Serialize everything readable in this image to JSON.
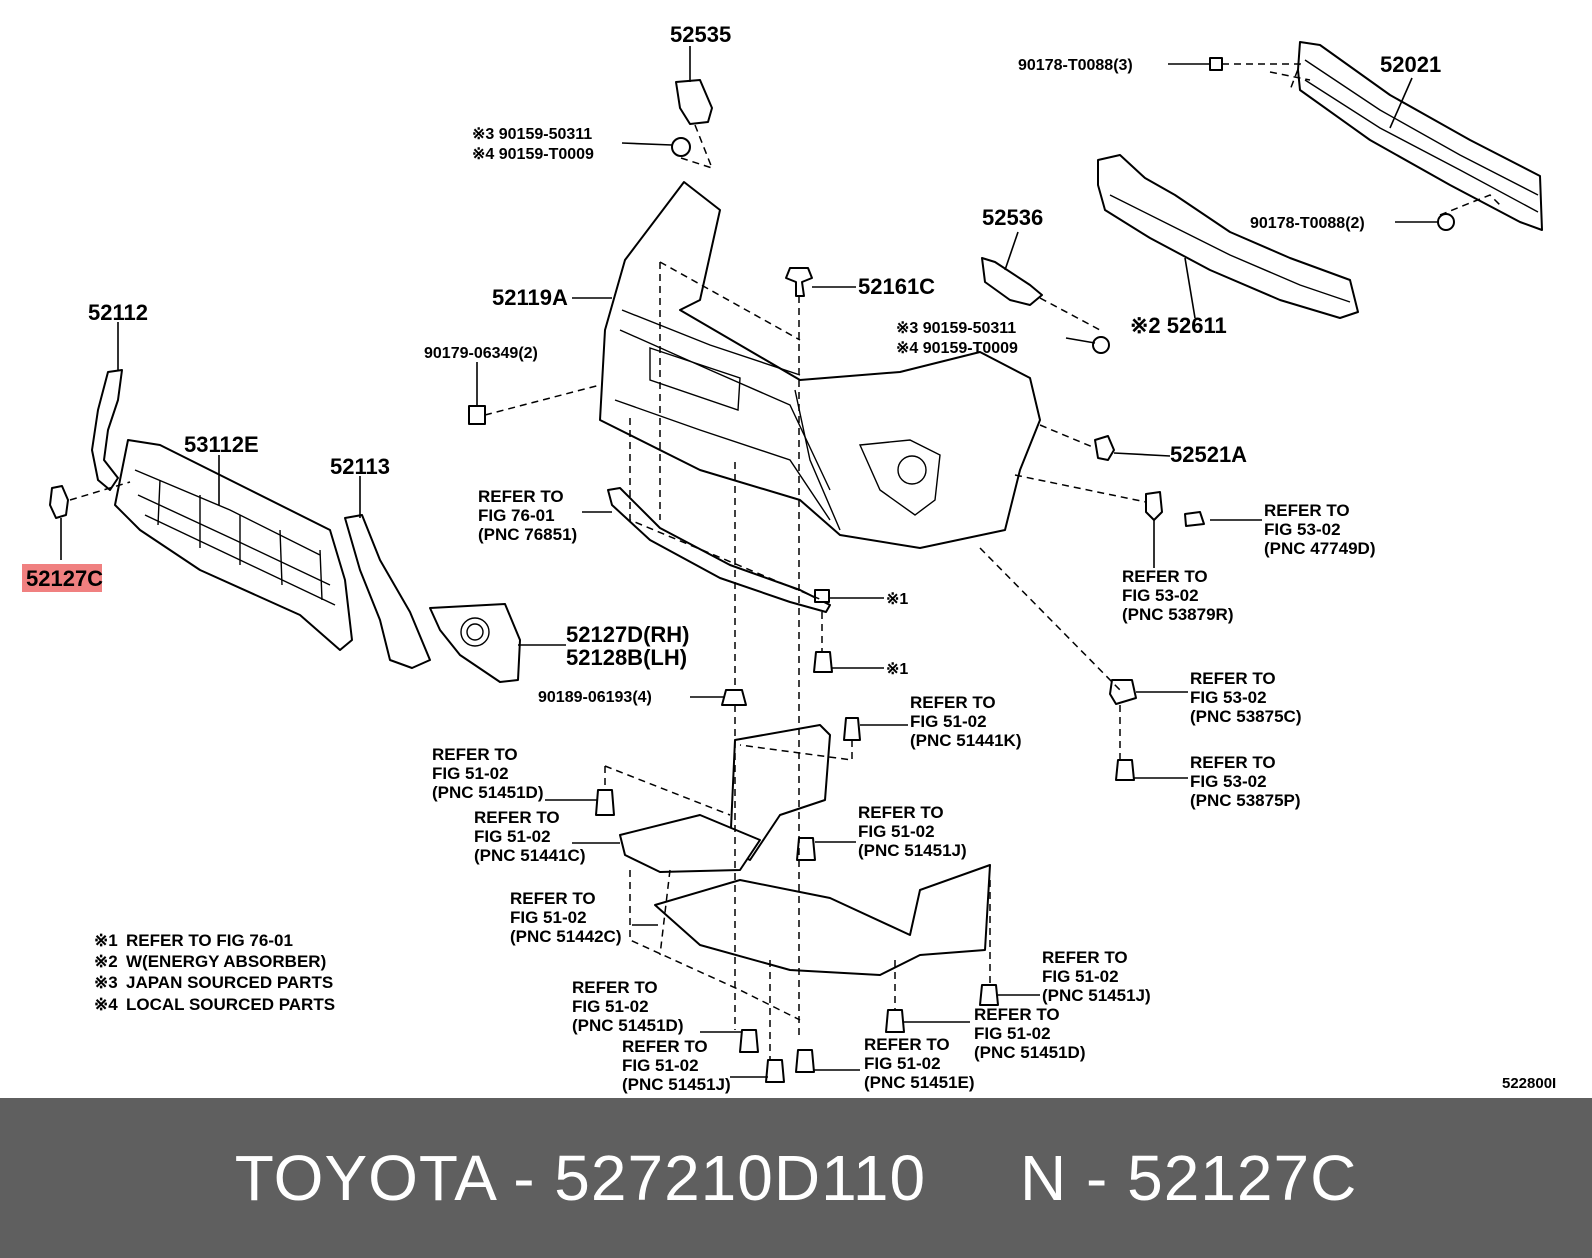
{
  "footer": {
    "text": "TOYOTA - 527210D110     N - 52127C"
  },
  "figure_code": "522800I",
  "highlight": {
    "part": "52127C",
    "color": "#f08080"
  },
  "labels": {
    "p52535": "52535",
    "p52021": "52021",
    "p90178a": "90178-T0088(3)",
    "p90178b": "90178-T0088(2)",
    "j90159a1": "※3 90159-50311",
    "j90159a2": "※4 90159-T0009",
    "p52611": "※2 52611",
    "p52536": "52536",
    "p52161C": "52161C",
    "j90159b1": "※3 90159-50311",
    "j90159b2": "※4 90159-T0009",
    "p52119A": "52119A",
    "p90179": "90179-06349(2)",
    "p52112": "52112",
    "p53112E": "53112E",
    "p52113": "52113",
    "p52521A": "52521A",
    "ref7601_1": "REFER TO",
    "ref7601_2": "FIG 76-01",
    "ref7601_3": "(PNC 76851)",
    "ref47749_1": "REFER TO",
    "ref47749_2": "FIG 53-02",
    "ref47749_3": "(PNC 47749D)",
    "ref53879_1": "REFER TO",
    "ref53879_2": "FIG 53-02",
    "ref53879_3": "(PNC 53879R)",
    "p52127C": "52127C",
    "note1a": "※1",
    "note1b": "※1",
    "p52127D": "52127D(RH)",
    "p52128B": "52128B(LH)",
    "p90189": "90189-06193(4)",
    "ref53875C_1": "REFER TO",
    "ref53875C_2": "FIG 53-02",
    "ref53875C_3": "(PNC 53875C)",
    "ref51441K_1": "REFER TO",
    "ref51441K_2": "FIG 51-02",
    "ref51441K_3": "(PNC 51441K)",
    "ref51451D_1": "REFER TO",
    "ref51451D_2": "FIG 51-02",
    "ref51451D_3": "(PNC 51451D)",
    "ref53875P_1": "REFER TO",
    "ref53875P_2": "FIG 53-02",
    "ref53875P_3": "(PNC 53875P)",
    "ref51441C_1": "REFER TO",
    "ref51441C_2": "FIG 51-02",
    "ref51441C_3": "(PNC 51441C)",
    "ref51451Ja_1": "REFER TO",
    "ref51451Ja_2": "FIG 51-02",
    "ref51451Ja_3": "(PNC 51451J)",
    "ref51442C_1": "REFER TO",
    "ref51442C_2": "FIG 51-02",
    "ref51442C_3": "(PNC 51442C)",
    "ref51451Jb_1": "REFER TO",
    "ref51451Jb_2": "FIG 51-02",
    "ref51451Jb_3": "(PNC 51451J)",
    "ref51451Db_1": "REFER TO",
    "ref51451Db_2": "FIG 51-02",
    "ref51451Db_3": "(PNC 51451D)",
    "ref51451Dc_1": "REFER TO",
    "ref51451Dc_2": "FIG 51-02",
    "ref51451Dc_3": "(PNC 51451D)",
    "ref51451Jc_1": "REFER TO",
    "ref51451Jc_2": "FIG 51-02",
    "ref51451Jc_3": "(PNC 51451J)",
    "ref51451E_1": "REFER TO",
    "ref51451E_2": "FIG 51-02",
    "ref51451E_3": "(PNC 51451E)"
  },
  "legend": [
    {
      "mark": "※1",
      "text": "REFER TO FIG 76-01"
    },
    {
      "mark": "※2",
      "text": "W(ENERGY ABSORBER)"
    },
    {
      "mark": "※3",
      "text": "JAPAN SOURCED PARTS"
    },
    {
      "mark": "※4",
      "text": "LOCAL SOURCED PARTS"
    }
  ]
}
